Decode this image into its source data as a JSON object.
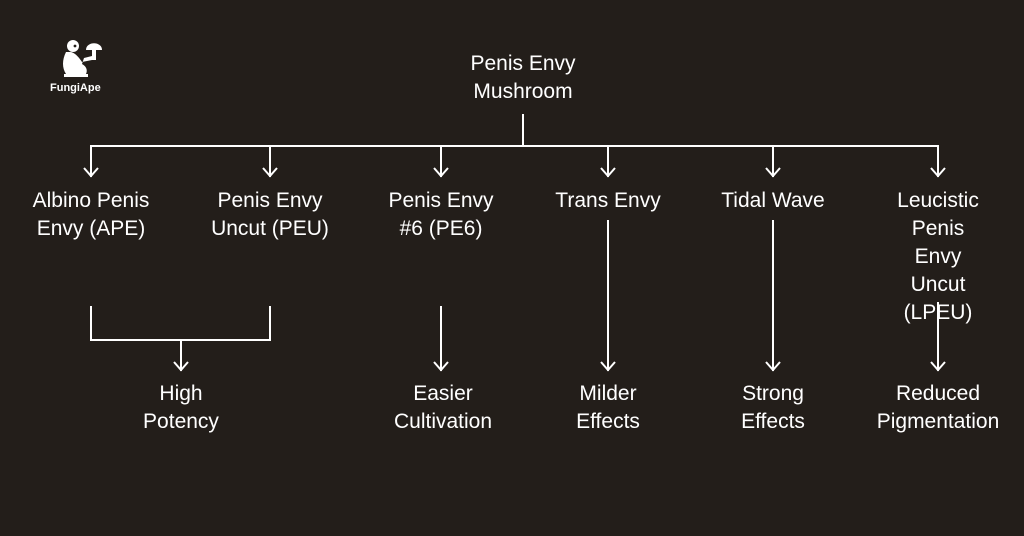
{
  "brand": {
    "name": "FungiApe",
    "logo_icon": "ape-holding-mushroom-icon"
  },
  "colors": {
    "background": "#231e1a",
    "line": "#ffffff",
    "text": "#ffffff"
  },
  "root": {
    "label": "Penis Envy\nMushroom"
  },
  "varieties": [
    {
      "id": "ape",
      "label": "Albino Penis\nEnvy (APE)"
    },
    {
      "id": "peu",
      "label": "Penis Envy\nUncut (PEU)"
    },
    {
      "id": "pe6",
      "label": "Penis Envy\n#6 (PE6)"
    },
    {
      "id": "trans",
      "label": "Trans Envy"
    },
    {
      "id": "tidal",
      "label": "Tidal Wave"
    },
    {
      "id": "lpeu",
      "label": "Leucistic\nPenis Envy\nUncut\n(LPEU)"
    }
  ],
  "traits": [
    {
      "id": "high-potency",
      "label": "High\nPotency",
      "from": [
        "ape",
        "peu"
      ]
    },
    {
      "id": "easier-cultivation",
      "label": "Easier\nCultivation",
      "from": [
        "pe6"
      ]
    },
    {
      "id": "milder-effects",
      "label": "Milder\nEffects",
      "from": [
        "trans"
      ]
    },
    {
      "id": "strong-effects",
      "label": "Strong\nEffects",
      "from": [
        "tidal"
      ]
    },
    {
      "id": "reduced-pigmentation",
      "label": "Reduced\nPigmentation",
      "from": [
        "lpeu"
      ]
    }
  ]
}
